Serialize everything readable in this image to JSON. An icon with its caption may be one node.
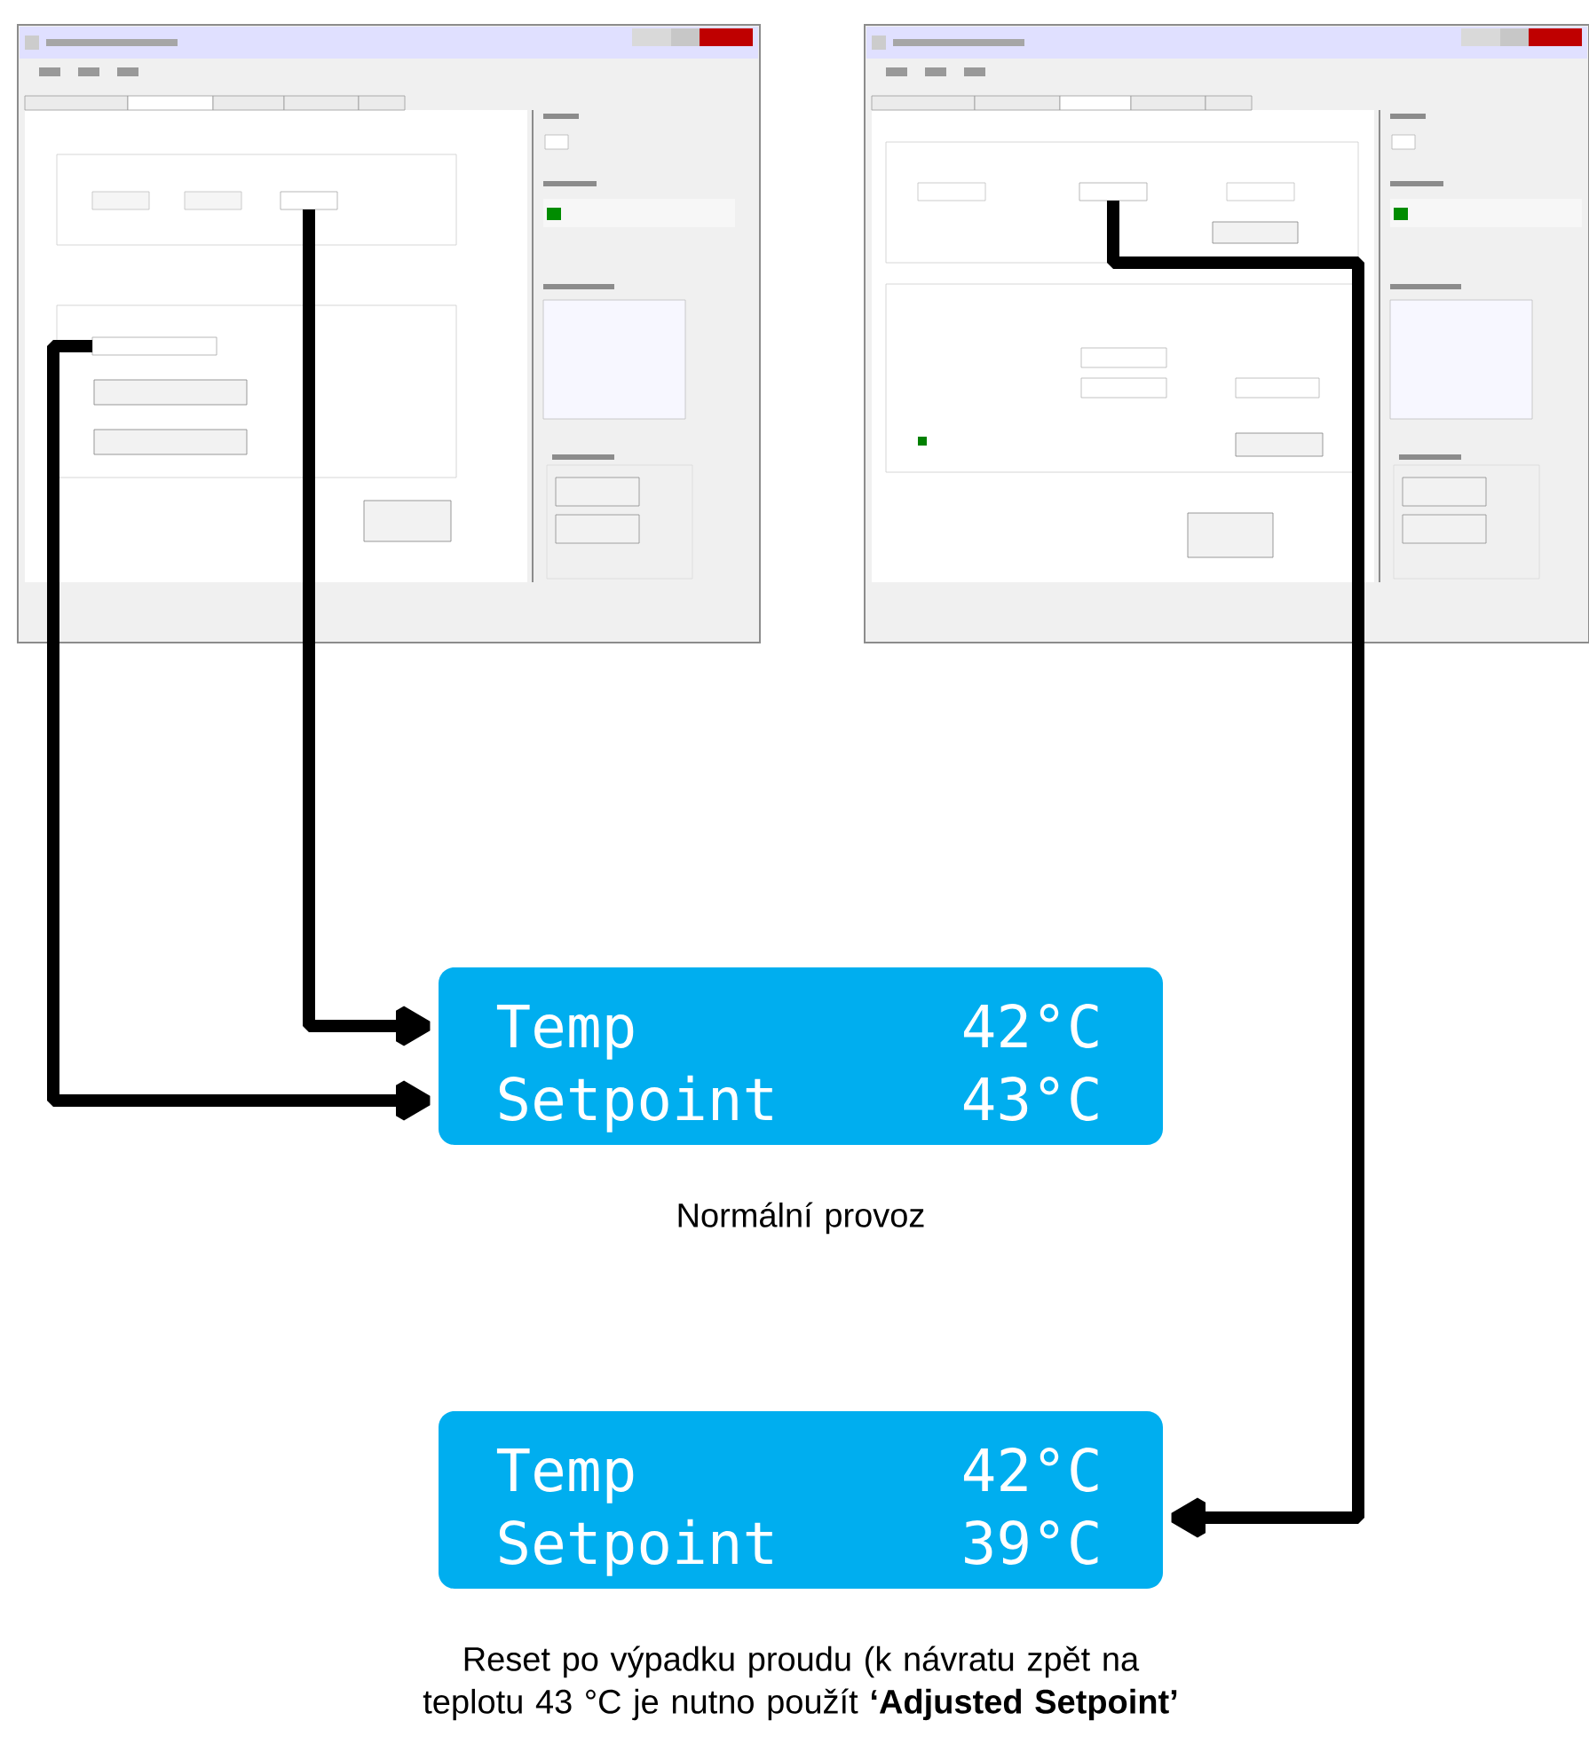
{
  "diagram": {
    "nodes": [
      {
        "text": [],
        "shape": "picture"
      },
      {
        "text": [],
        "shape": "box",
        "in": 0
      },
      {
        "text": [],
        "shape": "box",
        "in": 0
      },
      {
        "text": [],
        "shape": "picture"
      },
      {
        "text": [],
        "shape": "box",
        "in": 3
      },
      {
        "text": [
          "Temp",
          "42°C",
          "Setpoint",
          "43°C"
        ],
        "beside": [
          "Normální provoz"
        ]
      },
      {
        "text": [
          "Temp",
          "42°C",
          "Setpoint",
          "39°C"
        ],
        "beside": [
          "Reset po výpadku proudu (k návratu zpět na teplotu 43 °C je nutno použít **‘Adjusted Setpoint’**"
        ]
      }
    ],
    "edges": [
      {
        "from": 1,
        "to": 5,
        "arrow": "to"
      },
      {
        "from": 2,
        "to": 5,
        "arrow": "to"
      },
      {
        "from": 4,
        "to": 6,
        "arrow": "to"
      }
    ]
  }
}
